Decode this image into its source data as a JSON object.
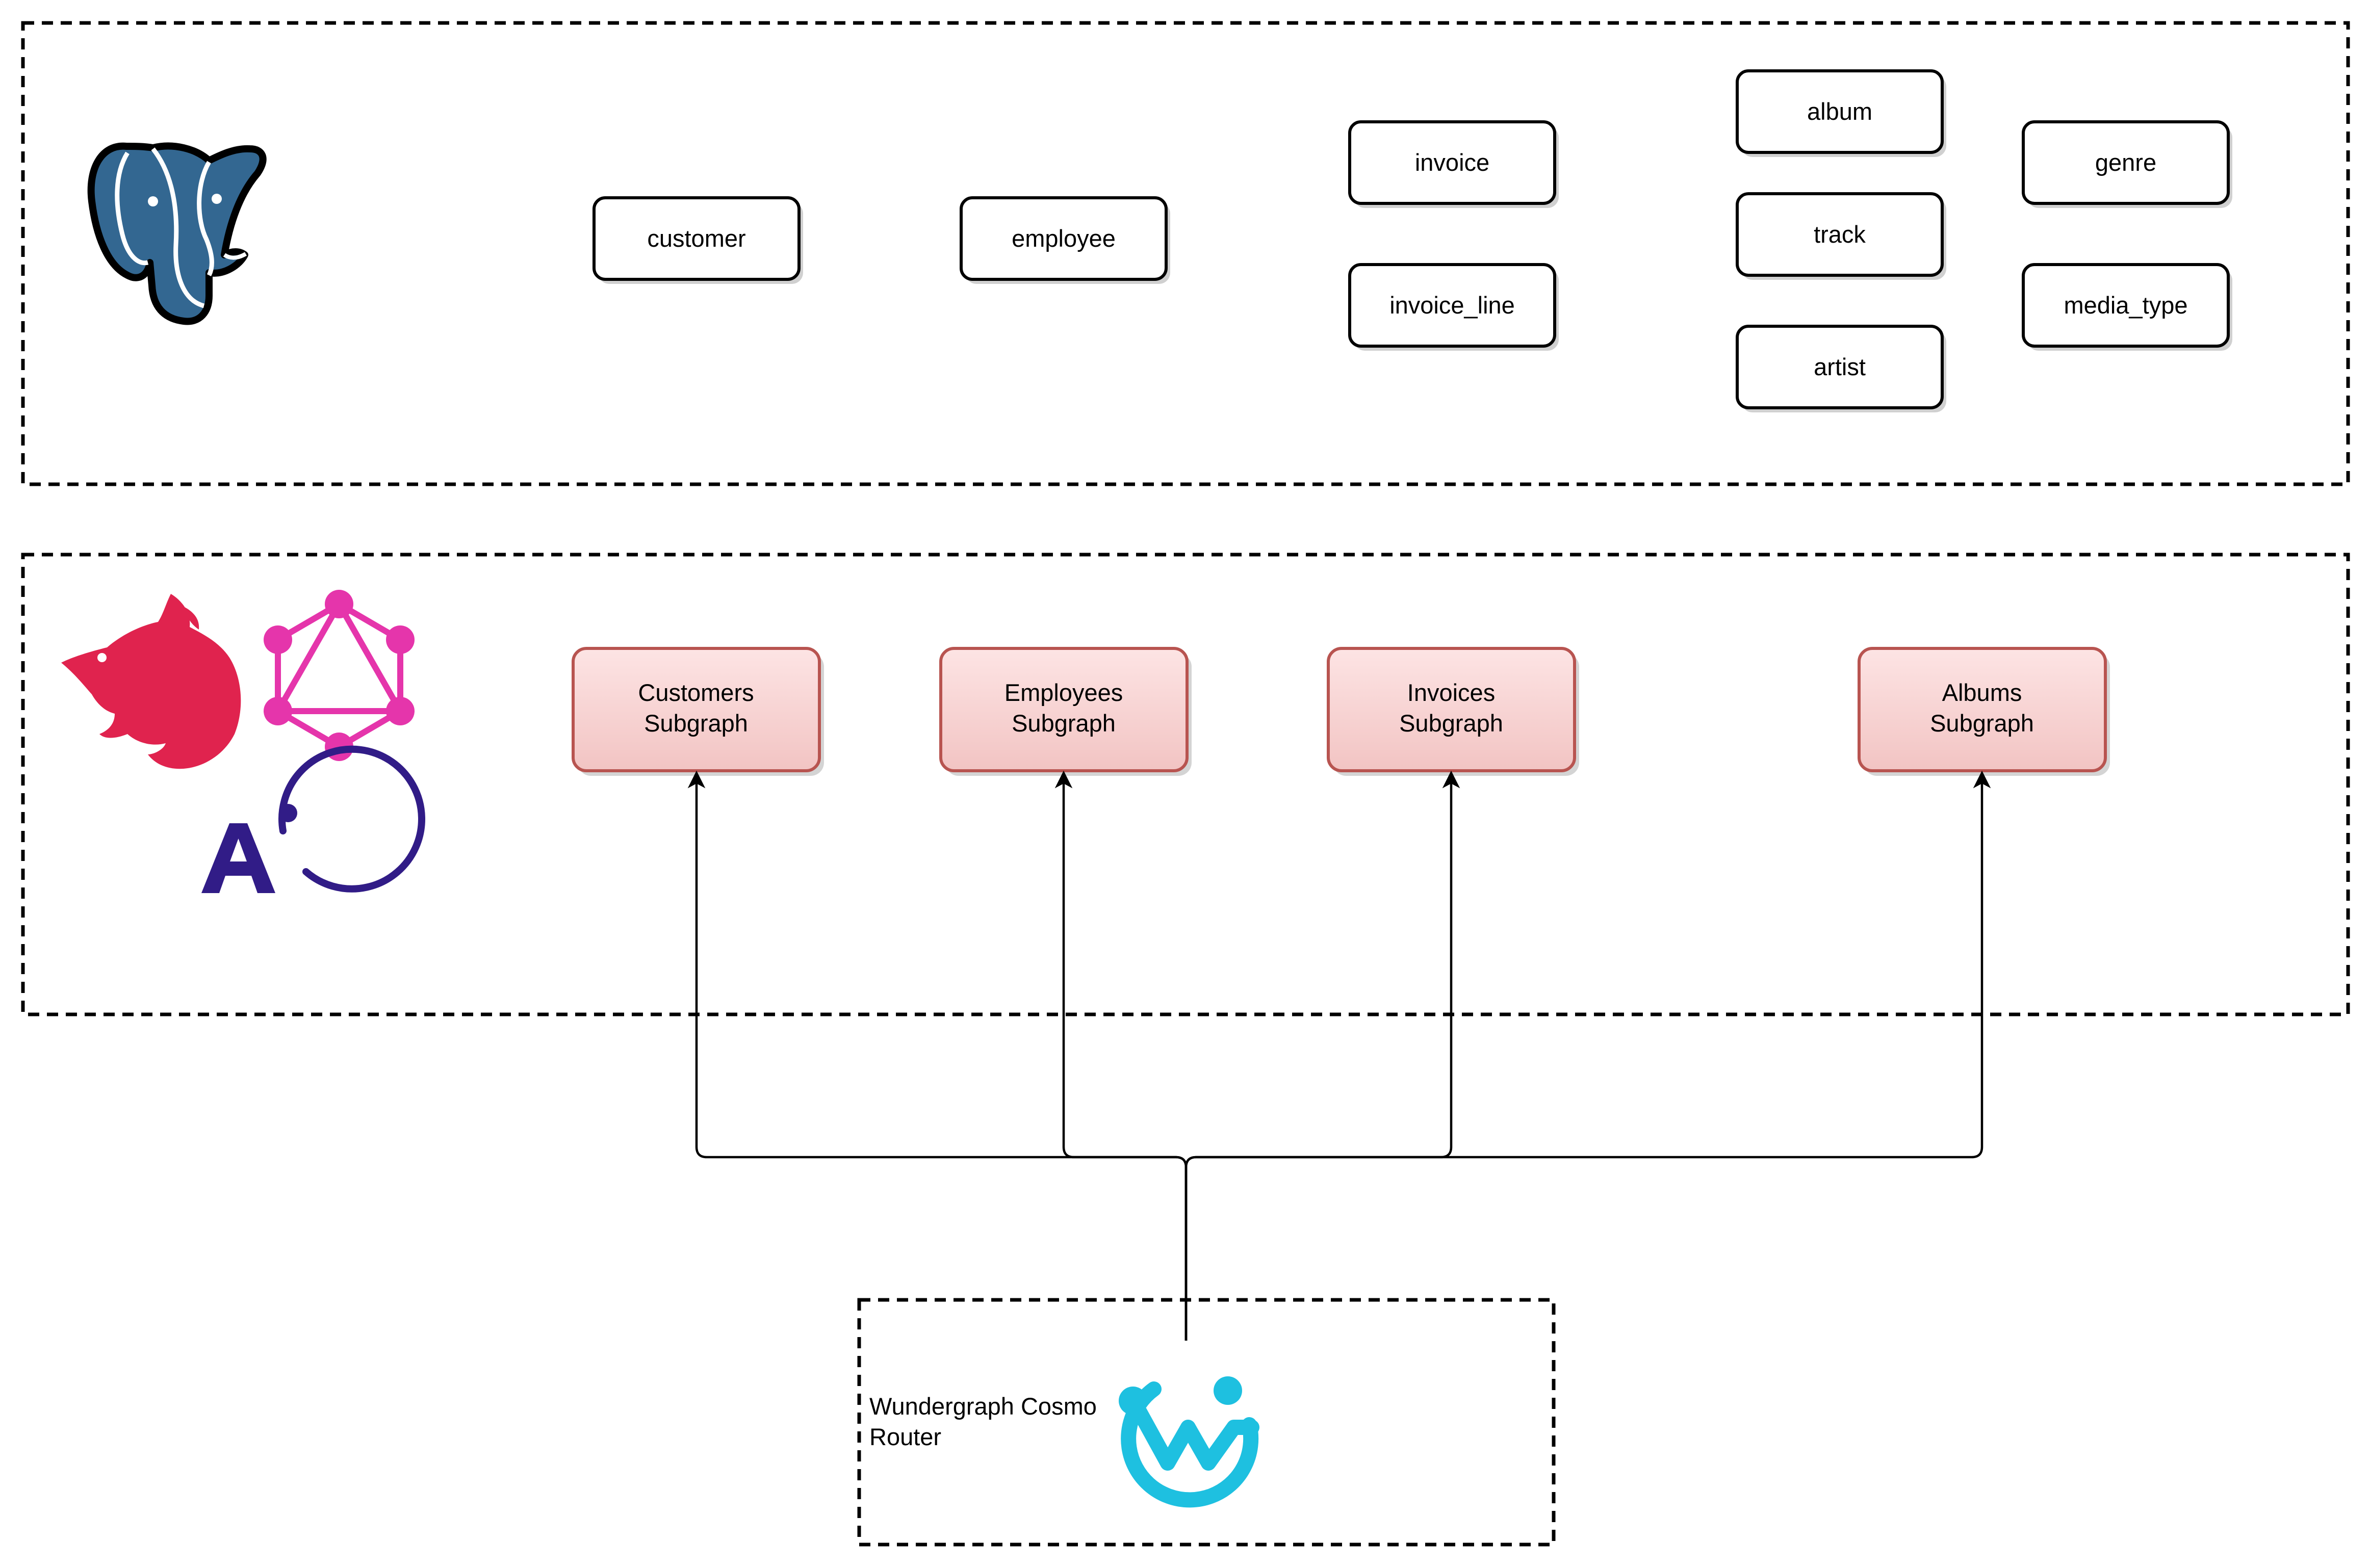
{
  "database_group": {
    "logo_icon": "postgresql-elephant-icon",
    "tables": [
      {
        "id": "customer",
        "label": "customer"
      },
      {
        "id": "employee",
        "label": "employee"
      },
      {
        "id": "invoice",
        "label": "invoice"
      },
      {
        "id": "invoice_line",
        "label": "invoice_line"
      },
      {
        "id": "album",
        "label": "album"
      },
      {
        "id": "track",
        "label": "track"
      },
      {
        "id": "artist",
        "label": "artist"
      },
      {
        "id": "genre",
        "label": "genre"
      },
      {
        "id": "media_type",
        "label": "media_type"
      }
    ]
  },
  "subgraph_group": {
    "logo_icons": [
      "nestjs-icon",
      "graphql-icon",
      "apollo-icon"
    ],
    "subgraphs": [
      {
        "id": "customers",
        "line1": "Customers",
        "line2": "Subgraph"
      },
      {
        "id": "employees",
        "line1": "Employees",
        "line2": "Subgraph"
      },
      {
        "id": "invoices",
        "line1": "Invoices",
        "line2": "Subgraph"
      },
      {
        "id": "albums",
        "line1": "Albums",
        "line2": "Subgraph"
      }
    ]
  },
  "router_group": {
    "line1": "Wundergraph Cosmo",
    "line2": "Router",
    "logo_icon": "wundergraph-icon"
  },
  "colors": {
    "subgraph_fill_top": "#fde3e3",
    "subgraph_fill_bottom": "#f1c3c2",
    "subgraph_stroke": "#b85450",
    "postgres_blue": "#336791",
    "nest_red": "#e0234e",
    "graphql_pink": "#e535ab",
    "apollo_navy": "#311c87",
    "wundergraph_cyan": "#1ec0e0"
  }
}
